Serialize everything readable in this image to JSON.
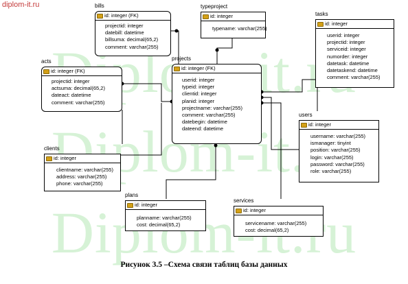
{
  "site_label": "diplom-it.ru",
  "watermark": "Diplom-it.ru",
  "caption": "Рисунок 3.5 –Схема связи таблиц базы данных",
  "colors": {
    "watermark": "#d6f2d6",
    "site_label": "#c43b3b",
    "key": "#d4a017"
  },
  "entities": {
    "bills": {
      "name": "bills",
      "pk": "id: integer (FK)",
      "fields": [
        "projectid: integer",
        "datebill: datetime",
        "billsuma: decimal(65,2)",
        "comment: varchar(255)"
      ]
    },
    "typeproject": {
      "name": "typeproject",
      "pk": "id: integer",
      "fields": [
        "typename: varchar(255)"
      ]
    },
    "tasks": {
      "name": "tasks",
      "pk": "id: integer",
      "fields": [
        "userid: integer",
        "projectid: integer",
        "serviceid: integer",
        "numorder: integer",
        "datetask: datetime",
        "datetaskend: datetime",
        "comment: varchar(255)"
      ]
    },
    "acts": {
      "name": "acts",
      "pk": "id: integer (FK)",
      "fields": [
        "projectid: integer",
        "actsuma: decimal(65,2)",
        "dateact: datetime",
        "comment: varchar(255)"
      ]
    },
    "projects": {
      "name": "projects",
      "pk": "id: integer (FK)",
      "fields": [
        "userid: integer",
        "typeid: integer",
        "clientid: integer",
        "planid: integer",
        "projectname: varchar(255)",
        "comment: varchar(255)",
        "datebegin: datetime",
        "dateend: datetime"
      ]
    },
    "users": {
      "name": "users",
      "pk": "id: integer",
      "fields": [
        "username: varchar(255)",
        "ismanager: tinyint",
        "position: varchar(255)",
        "login: varchar(255)",
        "password: varchar(255)",
        "role: varchar(255)"
      ]
    },
    "clients": {
      "name": "clients",
      "pk": "id: integer",
      "fields": [
        "clientname: varchar(255)",
        "address: varchar(255)",
        "phone: varchar(255)"
      ]
    },
    "plans": {
      "name": "plans",
      "pk": "id: integer",
      "fields": [
        "planname: varchar(255)",
        "cost: decimal(65,2)"
      ]
    },
    "services": {
      "name": "services",
      "pk": "id: integer",
      "fields": [
        "servicename: varchar(255)",
        "cost: decimal(65,2)"
      ]
    }
  }
}
